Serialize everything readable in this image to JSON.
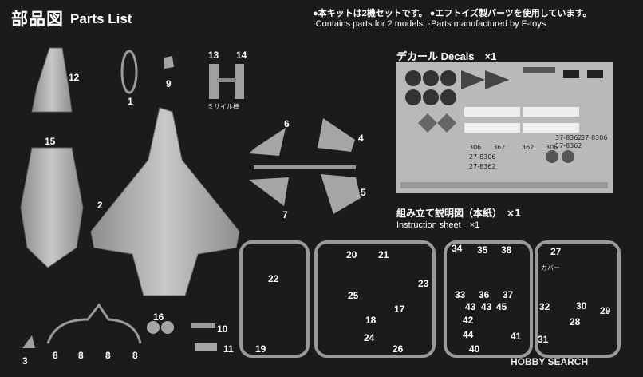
{
  "header": {
    "title_jp": "部品図",
    "title_en": "Parts List",
    "note_jp": "●本キットは2機セットです。 ●エフトイズ製パーツを使用しています。",
    "note_en": "·Contains parts for 2 models.  ·Parts manufactured by F-toys"
  },
  "decals": {
    "label": "デカール Decals　×1",
    "sheet_text": [
      "306",
      "362",
      "27-8306",
      "27-8362",
      "362",
      "306",
      "37-8362",
      "37-8306",
      "57-8362"
    ]
  },
  "instructions": {
    "label_jp": "組み立て説明図（本紙）　×1",
    "label_en": "Instruction sheet　×1"
  },
  "part_numbers": {
    "p1": "1",
    "p2": "2",
    "p3": "3",
    "p4": "4",
    "p5": "5",
    "p6": "6",
    "p7": "7",
    "p8a": "8",
    "p8b": "8",
    "p8c": "8",
    "p8d": "8",
    "p9": "9",
    "p10": "10",
    "p11": "11",
    "p12": "12",
    "p13": "13",
    "p14": "14",
    "p15": "15",
    "p16": "16",
    "p17": "17",
    "p18": "18",
    "p19": "19",
    "p20": "20",
    "p21": "21",
    "p22": "22",
    "p23": "23",
    "p24": "24",
    "p25": "25",
    "p26": "26",
    "p27": "27",
    "p28": "28",
    "p29": "29",
    "p30": "30",
    "p31": "31",
    "p32": "32",
    "p33": "33",
    "p34": "34",
    "p35": "35",
    "p36": "36",
    "p37": "37",
    "p38": "38",
    "p40": "40",
    "p41": "41",
    "p42": "42",
    "p43a": "43",
    "p43b": "43",
    "p44": "44",
    "p45": "45"
  },
  "labels": {
    "missile_rack": "ミサイル棒",
    "cover": "カバー"
  },
  "watermark": "HOBBY SEARCH",
  "colors": {
    "background": "#1b1b1b",
    "part_gray": "#a9a9a9",
    "decal_sheet": "#b9b9b9"
  }
}
